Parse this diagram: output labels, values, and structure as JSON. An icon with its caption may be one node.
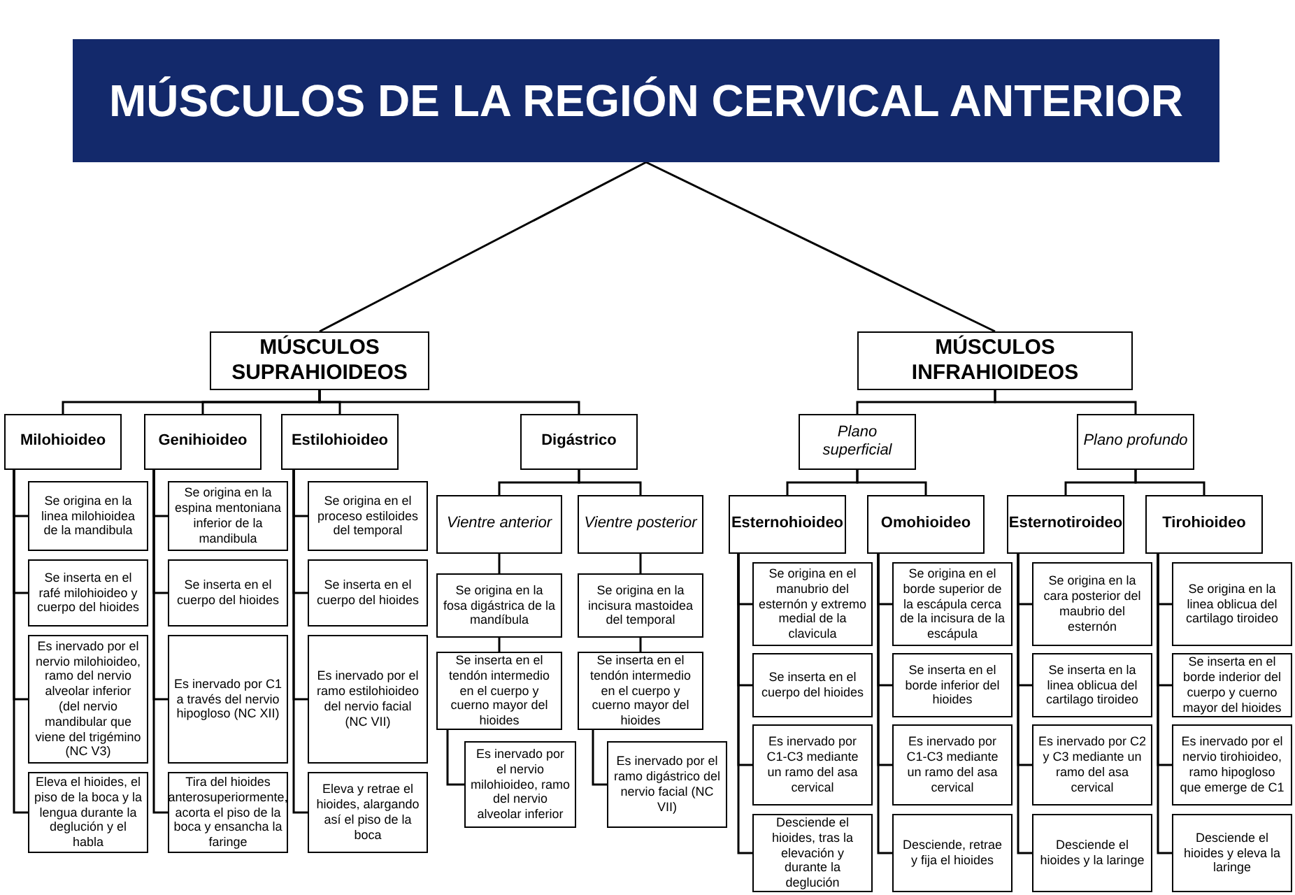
{
  "diagram": {
    "nodes": [
      {
        "text": [
          "MÚSCULOS DE LA REGIÓN CERVICAL ANTERIOR"
        ]
      },
      {
        "text": [
          "MÚSCULOS SUPRAHIOIDEOS"
        ]
      },
      {
        "text": [
          "MÚSCULOS INFRAHIOIDEOS"
        ]
      },
      {
        "text": [
          "Milohioideo"
        ]
      },
      {
        "text": [
          "Genihioideo"
        ]
      },
      {
        "text": [
          "Estilohioideo"
        ]
      },
      {
        "text": [
          "Digástrico"
        ]
      },
      {
        "text": [
          "Plano superficial"
        ]
      },
      {
        "text": [
          "Plano profundo"
        ]
      },
      {
        "text": [
          "Se origina en la linea milohioidea de la mandibula"
        ]
      },
      {
        "text": [
          "Se inserta en el rafé milohioideo y cuerpo del hioides"
        ]
      },
      {
        "text": [
          "Es inervado por el nervio milohioideo, ramo del nervio alveolar inferior (del nervio mandibular que viene del trigémino (NC V3)"
        ]
      },
      {
        "text": [
          "Eleva el hioides, el piso de la boca y la lengua durante la deglución y el habla"
        ]
      },
      {
        "text": [
          "Se origina en la espina mentoniana inferior de la mandibula"
        ]
      },
      {
        "text": [
          "Se inserta en el cuerpo del hioides"
        ]
      },
      {
        "text": [
          "Es inervado por C1 a través del nervio hipogloso (NC XII)"
        ]
      },
      {
        "text": [
          "Tira del hioides anterosuperiormente, acorta el piso de la boca y ensancha la faringe"
        ]
      },
      {
        "text": [
          "Se origina en el proceso estiloides del temporal"
        ]
      },
      {
        "text": [
          "Se inserta en el cuerpo del hioides"
        ]
      },
      {
        "text": [
          "Es inervado por el ramo estilohioideo del nervio facial (NC VII)"
        ]
      },
      {
        "text": [
          "Eleva y retrae el hioides, alargando así el piso de la boca"
        ]
      },
      {
        "text": [
          "Vientre anterior"
        ]
      },
      {
        "text": [
          "Vientre posterior"
        ]
      },
      {
        "text": [
          "Se origina en la fosa digástrica de la mandíbula"
        ]
      },
      {
        "text": [
          "Se inserta en el tendón intermedio en el cuerpo y cuerno mayor del hioides"
        ]
      },
      {
        "text": [
          "Es inervado por el nervio milohioideo, ramo del nervio alveolar inferior"
        ]
      },
      {
        "text": [
          "Se origina en la incisura mastoidea del temporal"
        ]
      },
      {
        "text": [
          "Se inserta en el tendón intermedio en el cuerpo y cuerno mayor del hioides"
        ]
      },
      {
        "text": [
          "Es inervado por el ramo digástrico del nervio facial (NC VII)"
        ]
      },
      {
        "text": [
          "Esternohioideo"
        ]
      },
      {
        "text": [
          "Omohioideo"
        ]
      },
      {
        "text": [
          "Esternotiroideo"
        ]
      },
      {
        "text": [
          "Tirohioideo"
        ]
      },
      {
        "text": [
          "Se origina en el manubrio del esternón y extremo medial de la clavicula"
        ]
      },
      {
        "text": [
          "Se inserta en el cuerpo del hioides"
        ]
      },
      {
        "text": [
          "Es inervado por C1-C3 mediante un ramo del asa cervical"
        ]
      },
      {
        "text": [
          "Desciende el hioides, tras la elevación y durante la deglución"
        ]
      },
      {
        "text": [
          "Se origina en el borde superior de la escápula cerca de la incisura de la escápula"
        ]
      },
      {
        "text": [
          "Se inserta en el borde inferior del hioides"
        ]
      },
      {
        "text": [
          "Es inervado por C1-C3 mediante un ramo del asa cervical"
        ]
      },
      {
        "text": [
          "Desciende, retrae y fija el hioides"
        ]
      },
      {
        "text": [
          "Se origina en la cara posterior del maubrio del esternón"
        ]
      },
      {
        "text": [
          "Se inserta en la linea oblicua del cartilago tiroideo"
        ]
      },
      {
        "text": [
          "Es inervado por C2 y C3 mediante un ramo del asa cervical"
        ]
      },
      {
        "text": [
          "Desciende el hioides y la laringe"
        ]
      },
      {
        "text": [
          "Se origina en la linea oblicua del cartilago tiroideo"
        ]
      },
      {
        "text": [
          "Se inserta en el borde inderior del cuerpo y cuerno mayor del hioides"
        ]
      },
      {
        "text": [
          "Es inervado por el nervio tirohioideo, ramo hipogloso que emerge de C1"
        ]
      },
      {
        "text": [
          "Desciende el hioides y eleva la laringe"
        ]
      }
    ],
    "edges": [
      {
        "from": 0,
        "to": 1,
        "arrow": "none"
      },
      {
        "from": 0,
        "to": 2,
        "arrow": "none"
      },
      {
        "from": 1,
        "to": 3,
        "arrow": "none"
      },
      {
        "from": 1,
        "to": 4,
        "arrow": "none"
      },
      {
        "from": 1,
        "to": 5,
        "arrow": "none"
      },
      {
        "from": 1,
        "to": 6,
        "arrow": "none"
      },
      {
        "from": 2,
        "to": 7,
        "arrow": "none"
      },
      {
        "from": 2,
        "to": 8,
        "arrow": "none"
      },
      {
        "from": 3,
        "to": 9,
        "arrow": "none"
      },
      {
        "from": 3,
        "to": 10,
        "arrow": "none"
      },
      {
        "from": 3,
        "to": 11,
        "arrow": "none"
      },
      {
        "from": 3,
        "to": 12,
        "arrow": "none"
      },
      {
        "from": 4,
        "to": 13,
        "arrow": "none"
      },
      {
        "from": 4,
        "to": 14,
        "arrow": "none"
      },
      {
        "from": 4,
        "to": 15,
        "arrow": "none"
      },
      {
        "from": 4,
        "to": 16,
        "arrow": "none"
      },
      {
        "from": 5,
        "to": 17,
        "arrow": "none"
      },
      {
        "from": 5,
        "to": 18,
        "arrow": "none"
      },
      {
        "from": 5,
        "to": 19,
        "arrow": "none"
      },
      {
        "from": 5,
        "to": 20,
        "arrow": "none"
      },
      {
        "from": 6,
        "to": 21,
        "arrow": "none"
      },
      {
        "from": 6,
        "to": 22,
        "arrow": "none"
      },
      {
        "from": 21,
        "to": 23,
        "arrow": "none"
      },
      {
        "from": 23,
        "to": 24,
        "arrow": "none"
      },
      {
        "from": 24,
        "to": 25,
        "arrow": "none"
      },
      {
        "from": 22,
        "to": 26,
        "arrow": "none"
      },
      {
        "from": 26,
        "to": 27,
        "arrow": "none"
      },
      {
        "from": 27,
        "to": 28,
        "arrow": "none"
      },
      {
        "from": 7,
        "to": 29,
        "arrow": "none"
      },
      {
        "from": 7,
        "to": 30,
        "arrow": "none"
      },
      {
        "from": 8,
        "to": 31,
        "arrow": "none"
      },
      {
        "from": 8,
        "to": 32,
        "arrow": "none"
      },
      {
        "from": 29,
        "to": 33,
        "arrow": "none"
      },
      {
        "from": 29,
        "to": 34,
        "arrow": "none"
      },
      {
        "from": 29,
        "to": 35,
        "arrow": "none"
      },
      {
        "from": 29,
        "to": 36,
        "arrow": "none"
      },
      {
        "from": 30,
        "to": 37,
        "arrow": "none"
      },
      {
        "from": 30,
        "to": 38,
        "arrow": "none"
      },
      {
        "from": 30,
        "to": 39,
        "arrow": "none"
      },
      {
        "from": 30,
        "to": 40,
        "arrow": "none"
      },
      {
        "from": 31,
        "to": 41,
        "arrow": "none"
      },
      {
        "from": 31,
        "to": 42,
        "arrow": "none"
      },
      {
        "from": 31,
        "to": 43,
        "arrow": "none"
      },
      {
        "from": 31,
        "to": 44,
        "arrow": "none"
      },
      {
        "from": 32,
        "to": 45,
        "arrow": "none"
      },
      {
        "from": 32,
        "to": 46,
        "arrow": "none"
      },
      {
        "from": 32,
        "to": 47,
        "arrow": "none"
      },
      {
        "from": 32,
        "to": 48,
        "arrow": "none"
      }
    ]
  }
}
